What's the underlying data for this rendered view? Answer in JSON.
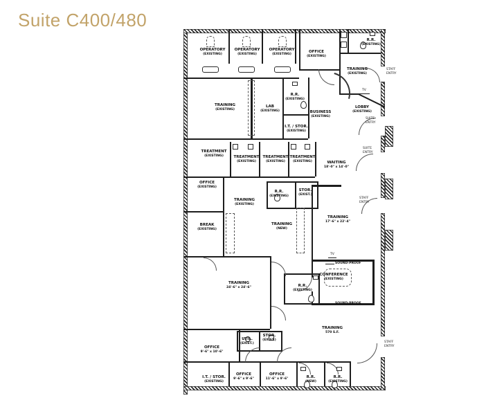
{
  "page": {
    "title": "Suite C400/480"
  },
  "colors": {
    "title": "#c2a369",
    "line": "#1d1d1d",
    "background": "#ffffff"
  },
  "plan": {
    "rooms": [
      {
        "id": "operatory-1",
        "name": "OPERATORY",
        "note": "(EXISTING)"
      },
      {
        "id": "operatory-2",
        "name": "OPERATORY",
        "note": "(EXISTING)"
      },
      {
        "id": "operatory-3",
        "name": "OPERATORY",
        "note": "(EXISTING)"
      },
      {
        "id": "office-top",
        "name": "OFFICE",
        "note": "(EXISTING)"
      },
      {
        "id": "restroom-top",
        "name": "R.R.",
        "note": "(EXISTING)"
      },
      {
        "id": "training-top-right",
        "name": "TRAINING",
        "note": "(EXISTING)"
      },
      {
        "id": "training-mid-left",
        "name": "TRAINING",
        "note": "(EXISTING)"
      },
      {
        "id": "lab",
        "name": "LAB",
        "note": "(EXISTING)"
      },
      {
        "id": "restroom-lab",
        "name": "R.R.",
        "note": "(EXISTING)"
      },
      {
        "id": "it-storage-mid",
        "name": "I.T. / STOR.",
        "note": "(EXISTING)"
      },
      {
        "id": "business",
        "name": "BUSINESS",
        "note": "(EXISTING)"
      },
      {
        "id": "lobby",
        "name": "LOBBY",
        "note": "(EXISTING)"
      },
      {
        "id": "treatment-1",
        "name": "TREATMENT",
        "note": "(EXISTING)"
      },
      {
        "id": "treatment-2",
        "name": "TREATMENT",
        "note": "(EXISTING)"
      },
      {
        "id": "treatment-3",
        "name": "TREATMENT",
        "note": "(EXISTING)"
      },
      {
        "id": "treatment-4",
        "name": "TREATMENT",
        "note": "(EXISTING)"
      },
      {
        "id": "waiting",
        "name": "WAITING",
        "note": "18'-0\" x 14'-0\""
      },
      {
        "id": "office-mid",
        "name": "OFFICE",
        "note": "(EXISTING)"
      },
      {
        "id": "training-center",
        "name": "TRAINING",
        "note": "(EXISTING)"
      },
      {
        "id": "restroom-center",
        "name": "R.R.",
        "note": "(EXISTING)"
      },
      {
        "id": "storage-center",
        "name": "STOR.",
        "note": "(EXIST.)"
      },
      {
        "id": "break",
        "name": "BREAK",
        "note": "(EXISTING)"
      },
      {
        "id": "training-new",
        "name": "TRAINING",
        "note": "(NEW)"
      },
      {
        "id": "training-right",
        "name": "TRAINING",
        "note": "17'-6\" x 22'-4\""
      },
      {
        "id": "conference",
        "name": "CONFERENCE",
        "note": "(EXISTING)"
      },
      {
        "id": "training-large",
        "name": "TRAINING",
        "note": "24'-6\" x 24'-6\""
      },
      {
        "id": "restroom-lower-mid",
        "name": "R.R.",
        "note": "(EXISTING)"
      },
      {
        "id": "office-bottom-left",
        "name": "OFFICE",
        "note": "9'-6\" x 10'-6\""
      },
      {
        "id": "utility",
        "name": "UTIL.",
        "note": "(EXIST.)"
      },
      {
        "id": "storage-bottom",
        "name": "STOR.",
        "note": "(EXIST.)"
      },
      {
        "id": "training-bottom",
        "name": "TRAINING",
        "note": "570 S.F."
      },
      {
        "id": "it-storage-bottom",
        "name": "I.T. / STOR.",
        "note": "(EXISTING)"
      },
      {
        "id": "office-bottom-1",
        "name": "OFFICE",
        "note": "9'-6\" x 9'-6\""
      },
      {
        "id": "office-bottom-2",
        "name": "OFFICE",
        "note": "11'-6\" x 9'-6\""
      },
      {
        "id": "restroom-new",
        "name": "R.R.",
        "note": "(NEW)"
      },
      {
        "id": "restroom-bottom",
        "name": "R.R.",
        "note": "(EXISTING)"
      }
    ],
    "entries": [
      {
        "id": "staff-entry-top",
        "label": "STAFF ENTRY"
      },
      {
        "id": "suite-entry-upper",
        "label": "SUITE ENTRY"
      },
      {
        "id": "suite-entry-lower",
        "label": "SUITE ENTRY"
      },
      {
        "id": "staff-entry-mid",
        "label": "STAFF ENTRY"
      },
      {
        "id": "staff-entry-bottom",
        "label": "STAFF ENTRY"
      }
    ],
    "annotations": [
      {
        "id": "soundproof-top",
        "label": "SOUND-PROOF"
      },
      {
        "id": "soundproof-bottom",
        "label": "SOUND-PROOF"
      },
      {
        "id": "tv-lobby",
        "label": "TV"
      },
      {
        "id": "tv-conference",
        "label": "TV"
      }
    ]
  }
}
